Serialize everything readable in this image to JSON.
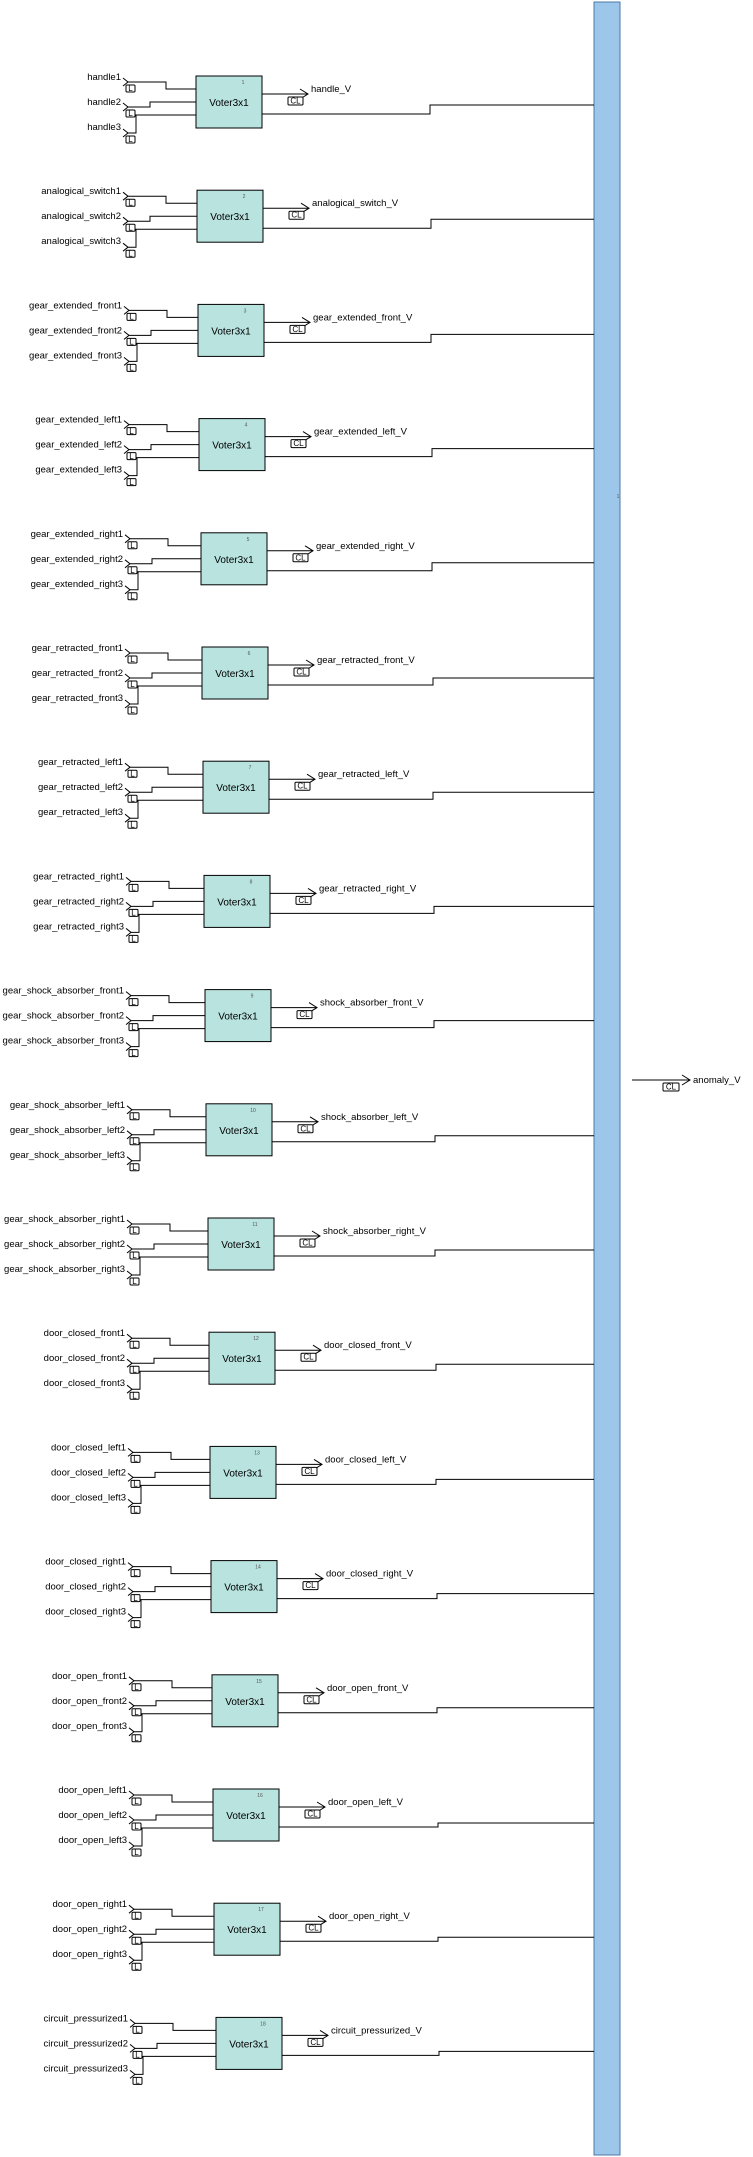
{
  "block_type": "Voter3x1",
  "input_tag": "L",
  "output_tag": "CL",
  "bus_index": "1",
  "bus_output": {
    "tag": "CL",
    "label": "anomaly_V"
  },
  "colors": {
    "block_fill": "#b8e3df",
    "bus_fill": "#9cc7ea",
    "bus_border": "#4b79a6"
  },
  "voters": [
    {
      "index": "1",
      "inputs": [
        "handle1",
        "handle2",
        "handle3"
      ],
      "output": "handle_V"
    },
    {
      "index": "2",
      "inputs": [
        "analogical_switch1",
        "analogical_switch2",
        "analogical_switch3"
      ],
      "output": "analogical_switch_V"
    },
    {
      "index": "3",
      "inputs": [
        "gear_extended_front1",
        "gear_extended_front2",
        "gear_extended_front3"
      ],
      "output": "gear_extended_front_V"
    },
    {
      "index": "4",
      "inputs": [
        "gear_extended_left1",
        "gear_extended_left2",
        "gear_extended_left3"
      ],
      "output": "gear_extended_left_V"
    },
    {
      "index": "5",
      "inputs": [
        "gear_extended_right1",
        "gear_extended_right2",
        "gear_extended_right3"
      ],
      "output": "gear_extended_right_V"
    },
    {
      "index": "6",
      "inputs": [
        "gear_retracted_front1",
        "gear_retracted_front2",
        "gear_retracted_front3"
      ],
      "output": "gear_retracted_front_V"
    },
    {
      "index": "7",
      "inputs": [
        "gear_retracted_left1",
        "gear_retracted_left2",
        "gear_retracted_left3"
      ],
      "output": "gear_retracted_left_V"
    },
    {
      "index": "8",
      "inputs": [
        "gear_retracted_right1",
        "gear_retracted_right2",
        "gear_retracted_right3"
      ],
      "output": "gear_retracted_right_V"
    },
    {
      "index": "9",
      "inputs": [
        "gear_shock_absorber_front1",
        "gear_shock_absorber_front2",
        "gear_shock_absorber_front3"
      ],
      "output": "shock_absorber_front_V"
    },
    {
      "index": "10",
      "inputs": [
        "gear_shock_absorber_left1",
        "gear_shock_absorber_left2",
        "gear_shock_absorber_left3"
      ],
      "output": "shock_absorber_left_V"
    },
    {
      "index": "11",
      "inputs": [
        "gear_shock_absorber_right1",
        "gear_shock_absorber_right2",
        "gear_shock_absorber_right3"
      ],
      "output": "shock_absorber_right_V"
    },
    {
      "index": "12",
      "inputs": [
        "door_closed_front1",
        "door_closed_front2",
        "door_closed_front3"
      ],
      "output": "door_closed_front_V"
    },
    {
      "index": "13",
      "inputs": [
        "door_closed_left1",
        "door_closed_left2",
        "door_closed_left3"
      ],
      "output": "door_closed_left_V"
    },
    {
      "index": "14",
      "inputs": [
        "door_closed_right1",
        "door_closed_right2",
        "door_closed_right3"
      ],
      "output": "door_closed_right_V"
    },
    {
      "index": "15",
      "inputs": [
        "door_open_front1",
        "door_open_front2",
        "door_open_front3"
      ],
      "output": "door_open_front_V"
    },
    {
      "index": "16",
      "inputs": [
        "door_open_left1",
        "door_open_left2",
        "door_open_left3"
      ],
      "output": "door_open_left_V"
    },
    {
      "index": "17",
      "inputs": [
        "door_open_right1",
        "door_open_right2",
        "door_open_right3"
      ],
      "output": "door_open_right_V"
    },
    {
      "index": "18",
      "inputs": [
        "circuit_pressurized1",
        "circuit_pressurized2",
        "circuit_pressurized3"
      ],
      "output": "circuit_pressurized_V"
    }
  ]
}
